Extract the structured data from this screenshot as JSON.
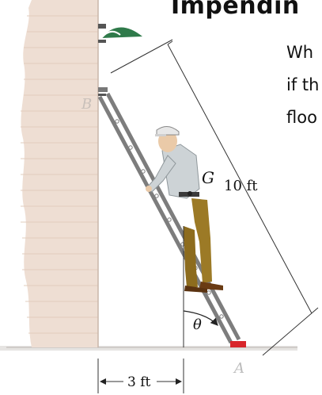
{
  "slide": {
    "title": "Impendin",
    "text_lines": [
      "Wh",
      "if th",
      "floo"
    ]
  },
  "figure": {
    "labels": {
      "point_b": "B",
      "point_a": "A",
      "center_mass": "G",
      "ladder_length": "10 ft",
      "base_distance": "3 ft",
      "angle": "θ"
    },
    "colors": {
      "wall": "#eeded3",
      "umbrella": "#2f7a4a",
      "ladder": "#8a8a8a",
      "foot_pad": "#d8262b",
      "pants": "#9c7a26",
      "shirt": "#cdd3d6"
    }
  }
}
